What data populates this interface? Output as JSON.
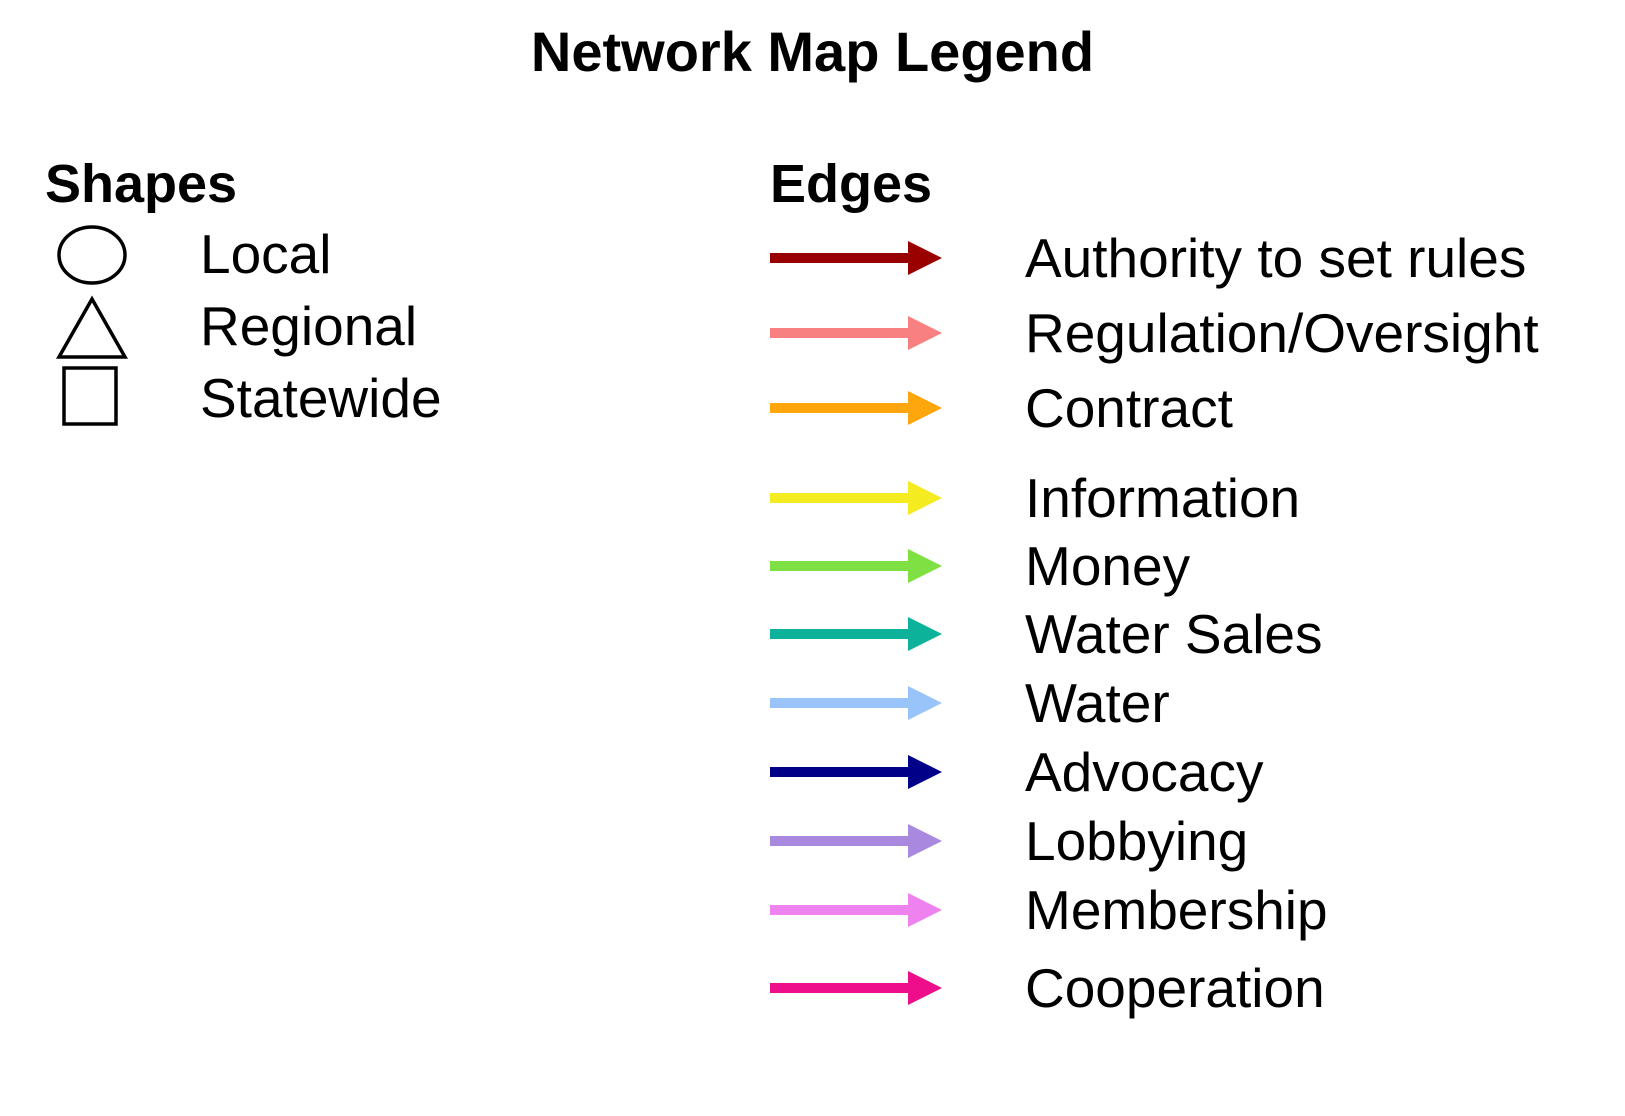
{
  "title": "Network Map Legend",
  "shapes": {
    "heading": "Shapes",
    "items": [
      {
        "icon": "circle-icon",
        "label": "Local"
      },
      {
        "icon": "triangle-icon",
        "label": "Regional"
      },
      {
        "icon": "square-icon",
        "label": "Statewide"
      }
    ]
  },
  "edges": {
    "heading": "Edges",
    "items": [
      {
        "label": "Authority to set rules",
        "color": "#990000"
      },
      {
        "label": "Regulation/Oversight",
        "color": "#f98080"
      },
      {
        "label": "Contract",
        "color": "#ffa60f"
      },
      {
        "label": "Information",
        "color": "#f4ec20"
      },
      {
        "label": "Money",
        "color": "#7ee043"
      },
      {
        "label": "Water Sales",
        "color": "#0cb39a"
      },
      {
        "label": "Water",
        "color": "#99c4f9"
      },
      {
        "label": "Advocacy",
        "color": "#000088"
      },
      {
        "label": "Lobbying",
        "color": "#a989e0"
      },
      {
        "label": "Membership",
        "color": "#ee82ee"
      },
      {
        "label": "Cooperation",
        "color": "#ee0e8c"
      }
    ]
  }
}
